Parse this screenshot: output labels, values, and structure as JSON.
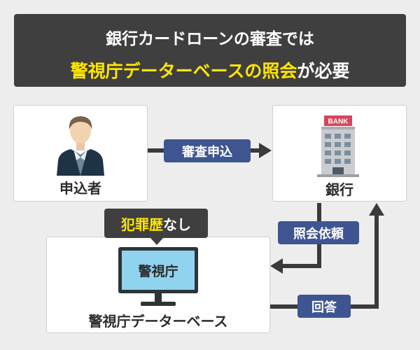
{
  "title": {
    "line1": "銀行カードローンの審査では",
    "line2_highlight": "警視庁データーベースの照会",
    "line2_rest": "が必要"
  },
  "applicant": {
    "label": "申込者"
  },
  "bank": {
    "label": "銀行",
    "sign": "BANK"
  },
  "database": {
    "label": "警視庁データーベース",
    "screen_text": "警視庁"
  },
  "callout": {
    "highlight": "犯罪歴",
    "rest": "なし"
  },
  "flows": {
    "application": "審査申込",
    "inquiry": "照会依頼",
    "answer": "回答"
  },
  "colors": {
    "dark": "#3f3f3f",
    "accent_yellow": "#ffe600",
    "pill_blue": "#3e5591",
    "arrow": "#3a3a3a"
  }
}
